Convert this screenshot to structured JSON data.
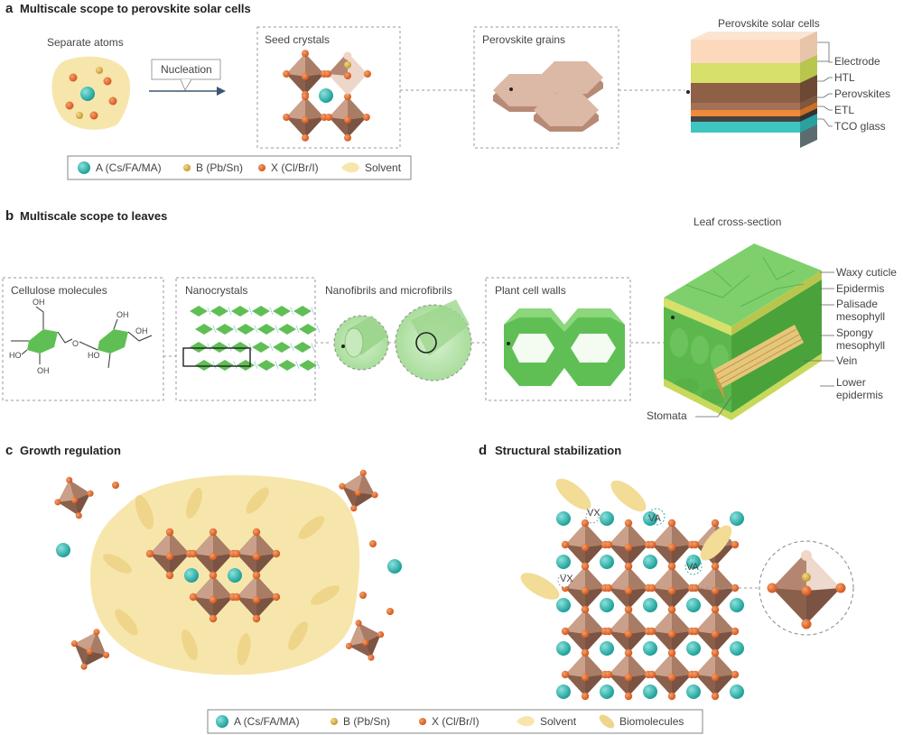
{
  "panel_a": {
    "letter": "a",
    "title": "Multiscale scope to perovskite solar cells",
    "separate_atoms": "Separate atoms",
    "nucleation": "Nucleation",
    "seed_crystals": "Seed crystals",
    "perovskite_grains": "Perovskite grains",
    "solar_cells": "Perovskite solar cells",
    "layers": [
      "Electrode",
      "HTL",
      "Perovskites",
      "ETL",
      "TCO glass"
    ]
  },
  "panel_b": {
    "letter": "b",
    "title": "Multiscale scope to leaves",
    "cellulose": "Cellulose molecules",
    "nanocrystals": "Nanocrystals",
    "fibrils": "Nanofibrils and microfibrils",
    "cell_walls": "Plant cell walls",
    "leaf": "Leaf cross-section",
    "leaf_layers": [
      "Waxy cuticle",
      "Epidermis",
      "Palisade",
      "mesophyll",
      "Spongy",
      "mesophyll",
      "Vein",
      "Lower",
      "epidermis"
    ],
    "stomata": "Stomata",
    "chem": [
      "OH",
      "HO",
      "OH",
      "OH",
      "O",
      "HO",
      "OH"
    ]
  },
  "panel_c": {
    "letter": "c",
    "title": "Growth regulation"
  },
  "panel_d": {
    "letter": "d",
    "title": "Structural stabilization",
    "vacancies": [
      "VX",
      "VA",
      "VA",
      "VX"
    ]
  },
  "legend_top": [
    "A (Cs/FA/MA)",
    "B (Pb/Sn)",
    "X (Cl/Br/I)",
    "Solvent"
  ],
  "legend_bottom": [
    "A (Cs/FA/MA)",
    "B (Pb/Sn)",
    "X (Cl/Br/I)",
    "Solvent",
    "Biomolecules"
  ],
  "colors": {
    "a_site": "#2bb3ad",
    "b_site": "#d6b24a",
    "x_site": "#e06a2a",
    "octahedron": "#a87a62",
    "solvent": "#f7e6ac",
    "leaf": "#6cc25c"
  }
}
